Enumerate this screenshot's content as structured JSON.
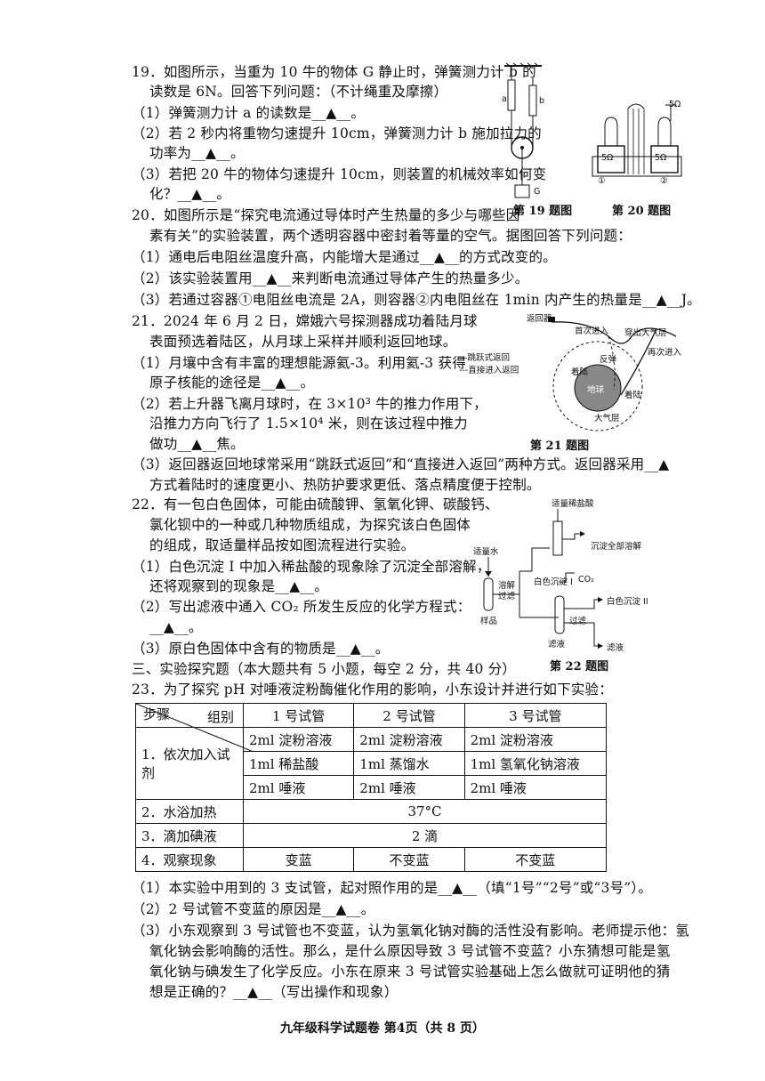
{
  "q19": {
    "l1": "19．如图所示，当重为 10 牛的物体 G 静止时，弹簧测力计 b 的",
    "l2": "读数是 6N。回答下列问题：（不计绳重及摩擦）",
    "l3": "（1）弹簧测力计 a 的读数是__▲__。",
    "l4": "（2）若 2 秒内将重物匀速提升 10cm，弹簧测力计 b 施加拉力的",
    "l5": "功率为__▲__。",
    "l6": "（3）若把 20 牛的物体匀速提升 10cm，则装置的机械效率如何变",
    "l7": "化？__▲__。",
    "fig_a": "a",
    "fig_b": "b",
    "fig_g": "G",
    "caption": "第 19 题图"
  },
  "q20": {
    "l1": "20．如图所示是“探究电流通过导体时产生热量的多少与哪些因",
    "l2": "素有关”的实验装置，两个透明容器中密封着等量的空气。据图回答下列问题：",
    "l3": "（1）通电后电阻丝温度升高，内能增大是通过__▲__的方式改变的。",
    "l4": "（2）该实验装置用__▲__来判断电流通过导体产生的热量多少。",
    "l5": "（3）若通过容器①电阻丝电流是 2A，则容器②内电阻丝在 1min 内产生的热量是__▲__J。",
    "fig_r1": "5Ω",
    "fig_r2": "5Ω",
    "fig_r3": "5Ω",
    "fig_n1": "①",
    "fig_n2": "②",
    "caption": "第 20 题图"
  },
  "q21": {
    "l1": "21．2024 年 6 月 2 日，嫦娥六号探测器成功着陆月球",
    "l2": "表面预选着陆区，从月球上采样并顺利返回地球。",
    "l3": "（1）月壤中含有丰富的理想能源氦-3。利用氦-3 获得",
    "l4": "原子核能的途径是__▲__。",
    "l5": "（2）若上升器飞离月球时，在 3×10³ 牛的推力作用下，",
    "l6": "沿推力方向飞行了 1.5×10⁴ 米，则在该过程中推力",
    "l7": "做功__▲__焦。",
    "l8": "（3）返回器返回地球常采用“跳跃式返回”和“直接进入返回”两种方式。返回器采用__▲",
    "l9": "方式着陆时的速度更小、热防护要求更低、落点精度便于控制。",
    "fig": {
      "returner": "返回器",
      "first_entry": "首次进入",
      "exit_atm": "穿出大气层",
      "second_entry": "再次进入",
      "bounce": "反弹",
      "land1": "着陆",
      "land2": "着陆",
      "earth": "地球",
      "atm": "大气层",
      "legend_jump": "—跳跃式返回",
      "legend_direct": "---直接进入返回"
    },
    "caption": "第 21 题图"
  },
  "q22": {
    "l1": "22．有一包白色固体，可能由硫酸钾、氢氧化钾、碳酸钙、",
    "l2": "氯化钡中的一种或几种物质组成，为探究该白色固体",
    "l3": "的组成，取适量样品按如图流程进行实验。",
    "l4": "（1）白色沉淀 I 中加入稀盐酸的现象除了沉淀全部溶解，",
    "l5": "还将观察到的现象是__▲__。",
    "l6": "（2）写出滤液中通入 CO₂ 所发生反应的化学方程式：",
    "l7": "__▲__。",
    "l8": "（3）原白色固体中含有的物质是__▲__。",
    "fig": {
      "acid": "适量稀盐酸",
      "water": "适量水",
      "dissolve": "溶解",
      "filter": "过滤",
      "sample": "样品",
      "ppt1": "白色沉淀 I",
      "co2": "CO₂",
      "ppt_dissolved": "沉淀全部溶解",
      "filter2": "过滤",
      "ppt2": "白色沉淀 II",
      "filtrate": "滤液",
      "filtrate2": "滤液"
    },
    "caption": "第 22 题图"
  },
  "section3": "三、实验探究题（本大题共有 5 小题，每空 2 分，共 40 分）",
  "q23": {
    "l1": "23．为了探究 pH 对唾液淀粉酶催化作用的影响，小东设计并进行如下实验：",
    "table": {
      "h_group": "组别",
      "h_step": "步骤",
      "h1": "1 号试管",
      "h2": "2 号试管",
      "h3": "3 号试管",
      "s1": "1．依次加入试剂",
      "r1": [
        "2ml 淀粉溶液",
        "2ml 淀粉溶液",
        "2ml 淀粉溶液"
      ],
      "r2": [
        "1ml 稀盐酸",
        "1ml 蒸馏水",
        "1ml 氢氧化钠溶液"
      ],
      "r3": [
        "2ml 唾液",
        "2ml 唾液",
        "2ml 唾液"
      ],
      "s2": "2．水浴加热",
      "v2": "37°C",
      "s3": "3．滴加碘液",
      "v3": "2 滴",
      "s4": "4．观察现象",
      "o": [
        "变蓝",
        "不变蓝",
        "不变蓝"
      ]
    },
    "a1": "（1）本实验中用到的 3 支试管，起对照作用的是__▲__（填“1号”“2号”或“3号”）。",
    "a2": "（2）2 号试管不变蓝的原因是__▲__。",
    "a3l1": "（3）小东观察到 3 号试管也不变蓝，认为氢氧化钠对酶的活性没有影响。老师提示他：氢",
    "a3l2": "氧化钠会影响酶的活性。那么，是什么原因导致 3 号试管不变蓝？小东猜想可能是氢",
    "a3l3": "氧化钠与碘发生了化学反应。小东在原来 3 号试管实验基础上怎么做就可证明他的猜",
    "a3l4": "想是正确的？__▲__（写出操作和现象）"
  },
  "footer": "九年级科学试题卷  第4页（共 8 页）"
}
